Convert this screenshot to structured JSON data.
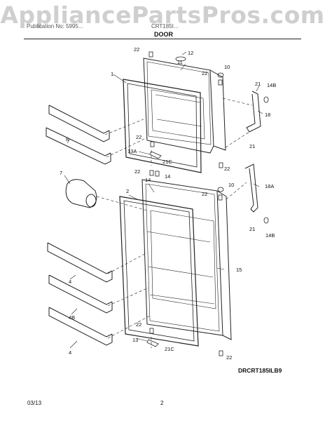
{
  "watermark": "AppliancePartsPros.com",
  "header": {
    "left": "Publication No: 5995...",
    "right": "CRT185I...",
    "title": "DOOR"
  },
  "callouts": {
    "c12": "12",
    "c10a": "10",
    "c11": "11",
    "c22a": "22",
    "c22b": "22",
    "c1": "1",
    "c21a": "21",
    "c14Ba": "14B",
    "c18": "18",
    "c8": "8",
    "c22c": "22",
    "c21b": "21",
    "c13A": "13A",
    "c21Ca": "21C",
    "c22d": "22",
    "c7": "7",
    "c22e": "22",
    "c14a": "14",
    "c14b": "14",
    "c2": "2",
    "c10b": "10",
    "c22f": "22",
    "c18A": "18A",
    "c21c": "21",
    "c14Bb": "14B",
    "c4a": "4",
    "c15": "15",
    "c4B": "4B",
    "c4b": "4",
    "c22g": "22",
    "c13": "13",
    "c21Cb": "21C",
    "c22h": "22"
  },
  "diagram_code": "DRCRT185ILB9",
  "footer": {
    "date": "03/13",
    "page": "2"
  }
}
